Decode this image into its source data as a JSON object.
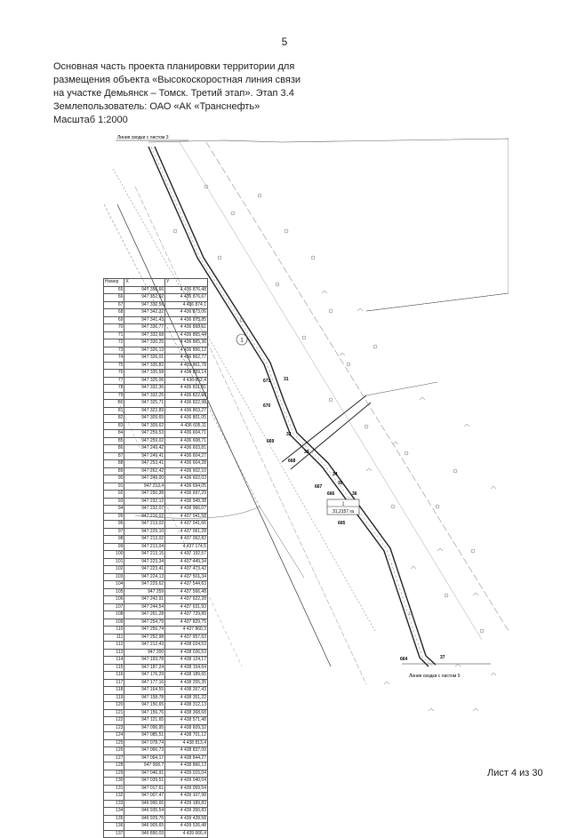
{
  "page": {
    "number": "5",
    "footer": "Лист 4 из 30"
  },
  "header": {
    "lines": [
      "Основная часть проекта планировки территории для",
      "размещения объекта «Высокоскоростная линия связи",
      "на участке Демьянск – Томск. Третий этап». Этап 3.4",
      "Землепользователь: ОАО «АК «Транснефть»",
      "Масштаб 1:2000"
    ]
  },
  "map": {
    "label_top": "Линия сводки с листом 3",
    "label_bottom": "Линия сводки с листом 5",
    "circle_label": "1",
    "area_label_number": "1",
    "area_label_value": "31,2157 га",
    "point_labels": [
      "671",
      "31",
      "670",
      "32",
      "669",
      "33",
      "668",
      "34",
      "667",
      "35",
      "666",
      "36",
      "665",
      "37",
      "664"
    ]
  },
  "table": {
    "headers": [
      "Номер",
      "X",
      "У"
    ],
    "rows": [
      [
        "65",
        "947 356,66",
        "4 436 876,48"
      ],
      [
        "66",
        "947 352,92",
        "4 436 876,67"
      ],
      [
        "67",
        "947 332,56",
        "4 436 874,1"
      ],
      [
        "68",
        "947 342,32",
        "4 436 873,06"
      ],
      [
        "69",
        "947 341,43",
        "4 436 873,85"
      ],
      [
        "70",
        "947 336,77",
        "4 436 868,61"
      ],
      [
        "71",
        "947 332,68",
        "4 436 865,44"
      ],
      [
        "72",
        "947 330,25",
        "4 436 865,36"
      ],
      [
        "73",
        "947 326,13",
        "4 436 856,12"
      ],
      [
        "74",
        "947 326,01",
        "4 436 862,77"
      ],
      [
        "75",
        "947 335,82",
        "4 436 861,78"
      ],
      [
        "76",
        "947 335,58",
        "4 436 859,14"
      ],
      [
        "77",
        "947 325,06",
        "4 436 852,4"
      ],
      [
        "78",
        "947 332,36",
        "4 436 821,81"
      ],
      [
        "79",
        "947 332,25",
        "4 436 822,68"
      ],
      [
        "80",
        "947 325,71",
        "4 436 822,98"
      ],
      [
        "81",
        "947 322,89",
        "4 436 803,27"
      ],
      [
        "82",
        "947 309,65",
        "4 436 801,05"
      ],
      [
        "83",
        "947 309,62",
        "4 436 605,11"
      ],
      [
        "84",
        "947 259,53",
        "4 436 604,71"
      ],
      [
        "85",
        "947 259,02",
        "4 436 608,71"
      ],
      [
        "86",
        "947 249,42",
        "4 436 603,81"
      ],
      [
        "87",
        "947 249,41",
        "4 436 604,27"
      ],
      [
        "88",
        "947 253,41",
        "4 436 604,28"
      ],
      [
        "89",
        "947 262,42",
        "4 436 602,10"
      ],
      [
        "90",
        "947 249,00",
        "4 436 602,03"
      ],
      [
        "91",
        "947 213,4",
        "4 436 694,05"
      ],
      [
        "92",
        "947 250,28",
        "4 436 697,29"
      ],
      [
        "93",
        "947 232,12",
        "4 436 949,38"
      ],
      [
        "94",
        "947 232,07",
        "4 436 966,07"
      ],
      [
        "95",
        "947 216,02",
        "4 437 041,58"
      ],
      [
        "96",
        "947 213,02",
        "4 437 041,66"
      ],
      [
        "97",
        "947 229,10",
        "4 437 061,28"
      ],
      [
        "98",
        "947 213,02",
        "4 437 062,82"
      ],
      [
        "99",
        "947 213,04",
        "4 437 174,5"
      ],
      [
        "100",
        "947 213,15",
        "4 437 192,57"
      ],
      [
        "101",
        "947 223,34",
        "4 437 449,34"
      ],
      [
        "102",
        "947 223,41",
        "4 437 473,42"
      ],
      [
        "103",
        "947 224,13",
        "4 437 501,34"
      ],
      [
        "104",
        "947 229,62",
        "4 437 544,63"
      ],
      [
        "105",
        "947 259",
        "4 437 566,48"
      ],
      [
        "106",
        "947 242,91",
        "4 437 622,28"
      ],
      [
        "107",
        "947 244,54",
        "4 437 631,93"
      ],
      [
        "108",
        "947 261,28",
        "4 437 729,89"
      ],
      [
        "109",
        "947 254,79",
        "4 437 829,75"
      ],
      [
        "110",
        "947 256,74",
        "4 437 860,3"
      ],
      [
        "111",
        "947 252,98",
        "4 437 957,63"
      ],
      [
        "112",
        "947 212,43",
        "4 438 024,53"
      ],
      [
        "113",
        "947 200",
        "4 438 026,53"
      ],
      [
        "114",
        "947 193,78",
        "4 438 124,17"
      ],
      [
        "115",
        "947 187,24",
        "4 438 154,64"
      ],
      [
        "116",
        "947 176,29",
        "4 438 189,65"
      ],
      [
        "117",
        "947 177,16",
        "4 438 255,35"
      ],
      [
        "118",
        "947 164,55",
        "4 438 267,43"
      ],
      [
        "119",
        "947 158,78",
        "4 438 351,22"
      ],
      [
        "120",
        "947 150,65",
        "4 438 312,13"
      ],
      [
        "121",
        "947 156,76",
        "4 438 368,68"
      ],
      [
        "122",
        "947 121,65",
        "4 438 571,48"
      ],
      [
        "123",
        "947 096,95",
        "4 438 609,32"
      ],
      [
        "124",
        "947 085,51",
        "4 438 701,12"
      ],
      [
        "125",
        "947 078,74",
        "4 438 813,4"
      ],
      [
        "126",
        "947 066,73",
        "4 438 837,09"
      ],
      [
        "127",
        "947 064,17",
        "4 438 844,27"
      ],
      [
        "128",
        "947 068,7",
        "4 438 866,13"
      ],
      [
        "129",
        "947 046,91",
        "4 439 015,04"
      ],
      [
        "130",
        "947 039,51",
        "4 439 040,04"
      ],
      [
        "131",
        "947 017,61",
        "4 439 059,54"
      ],
      [
        "132",
        "947 007,47",
        "4 439 107,98"
      ],
      [
        "133",
        "946 990,65",
        "4 439 189,83"
      ],
      [
        "134",
        "946 935,54",
        "4 439 356,83"
      ],
      [
        "135",
        "946 929,75",
        "4 439 428,58"
      ],
      [
        "136",
        "946 909,65",
        "4 439 526,48"
      ],
      [
        "137",
        "946 890,03",
        "4 439 666,4"
      ]
    ]
  }
}
